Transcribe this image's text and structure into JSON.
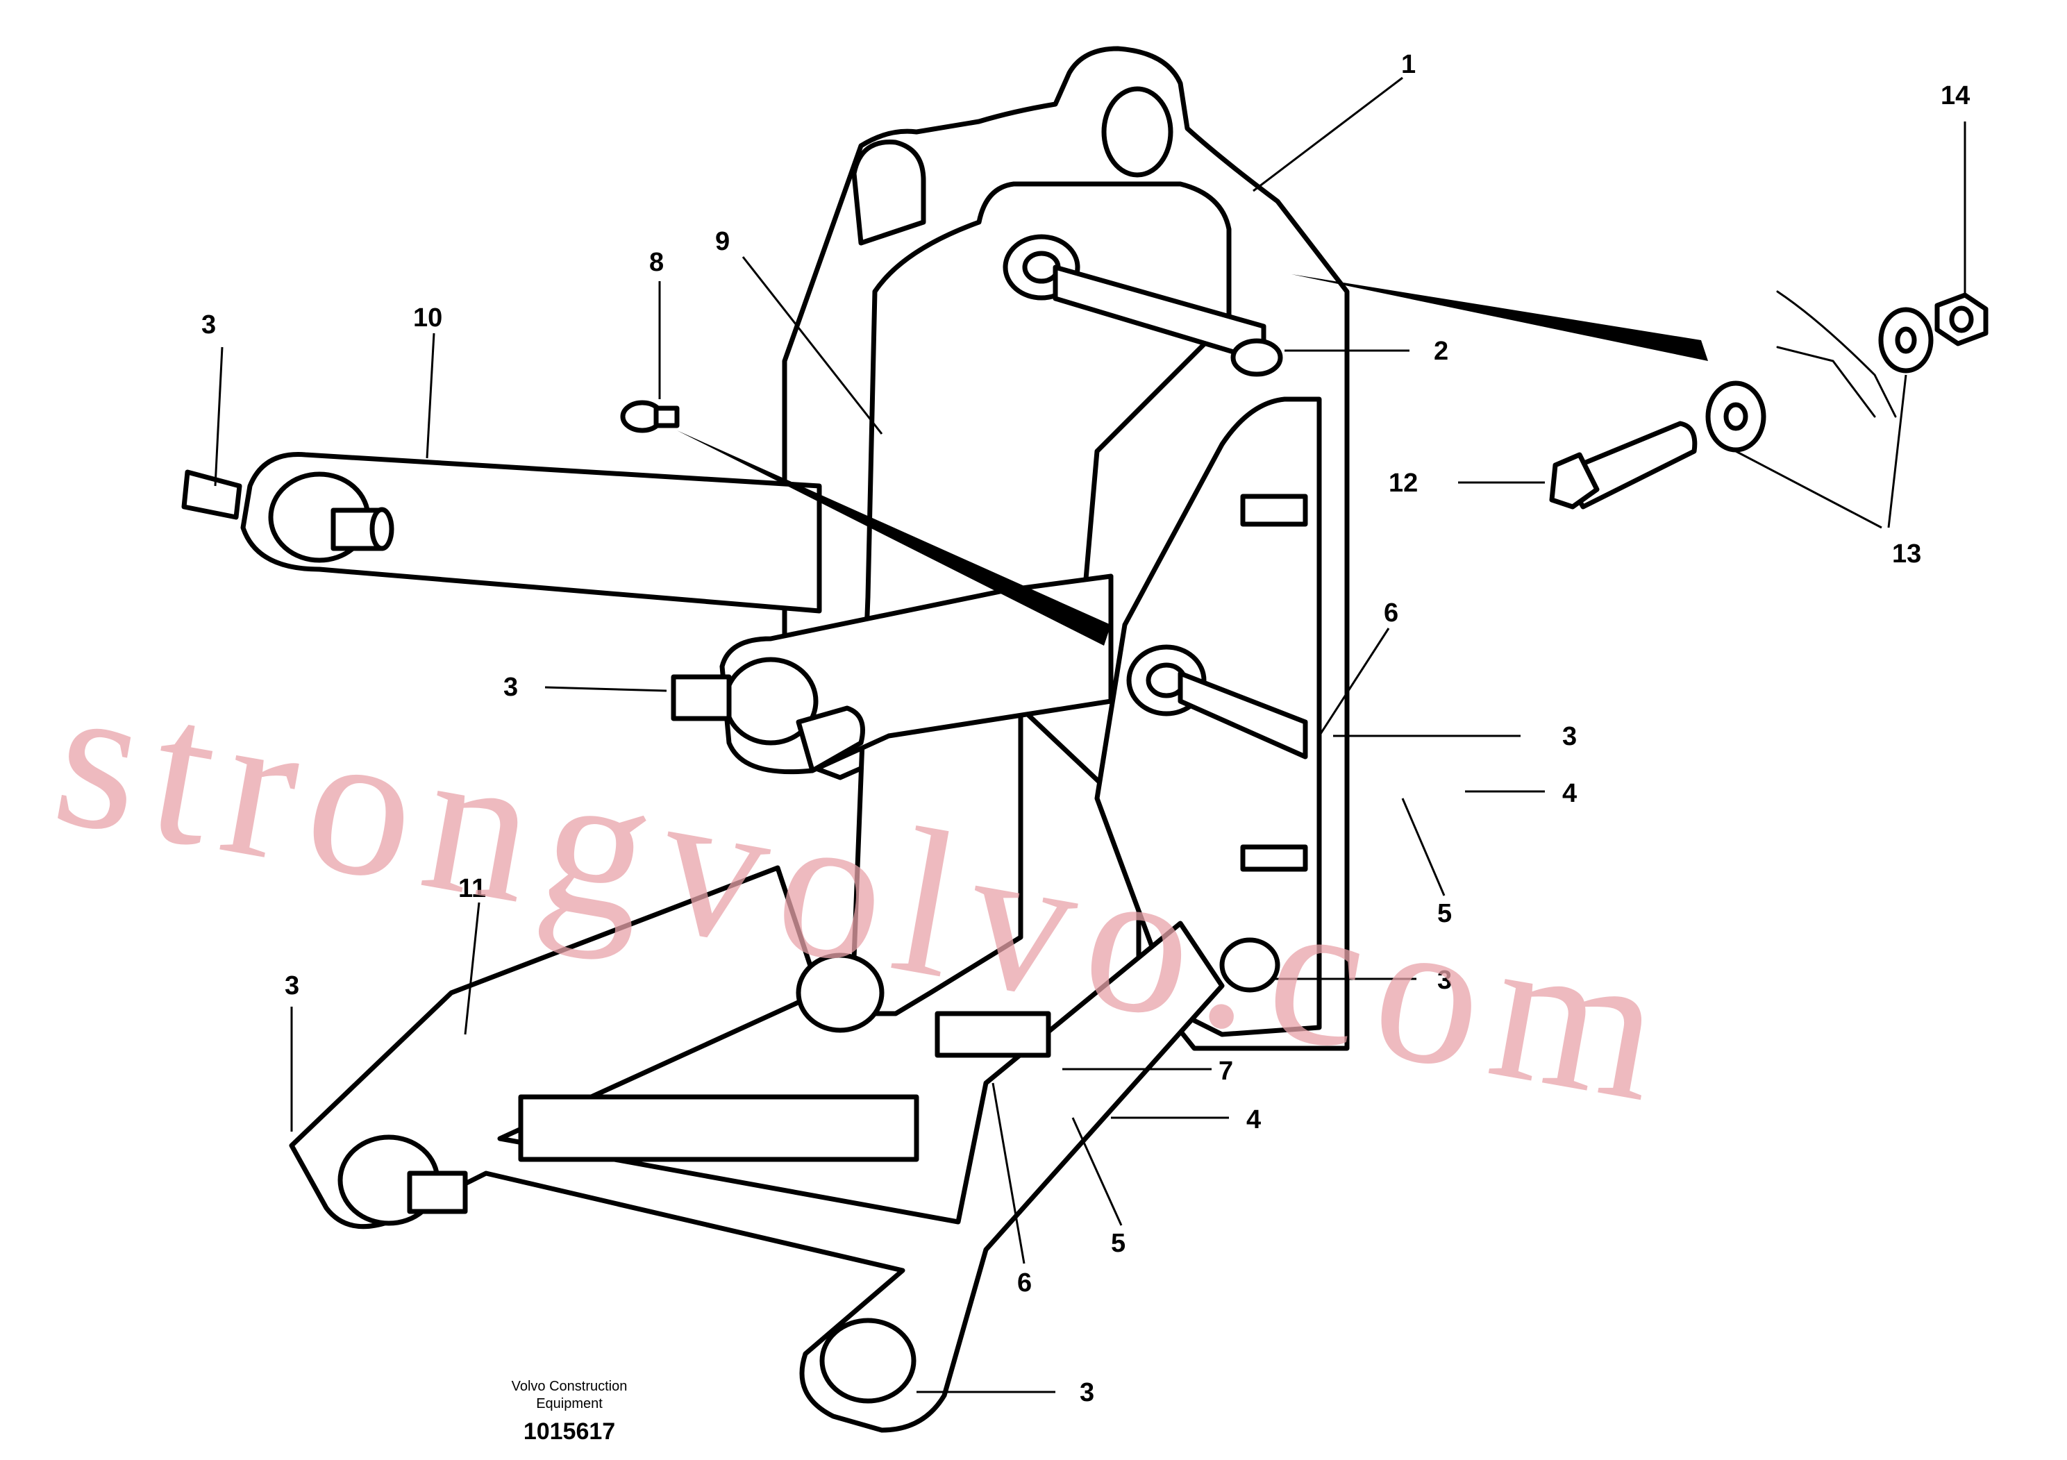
{
  "callouts": {
    "c1": "1",
    "c2": "2",
    "c3a": "3",
    "c3b": "3",
    "c3c": "3",
    "c3d": "3",
    "c3e": "3",
    "c3f": "3",
    "c4a": "4",
    "c4b": "4",
    "c5a": "5",
    "c5b": "5",
    "c6a": "6",
    "c6b": "6",
    "c7": "7",
    "c8": "8",
    "c9": "9",
    "c10": "10",
    "c11": "11",
    "c12": "12",
    "c13": "13",
    "c14": "14"
  },
  "caption": {
    "line1": "Volvo Construction",
    "line2": "Equipment",
    "doc_number": "1015617"
  },
  "watermark": "strongvolvo.com"
}
